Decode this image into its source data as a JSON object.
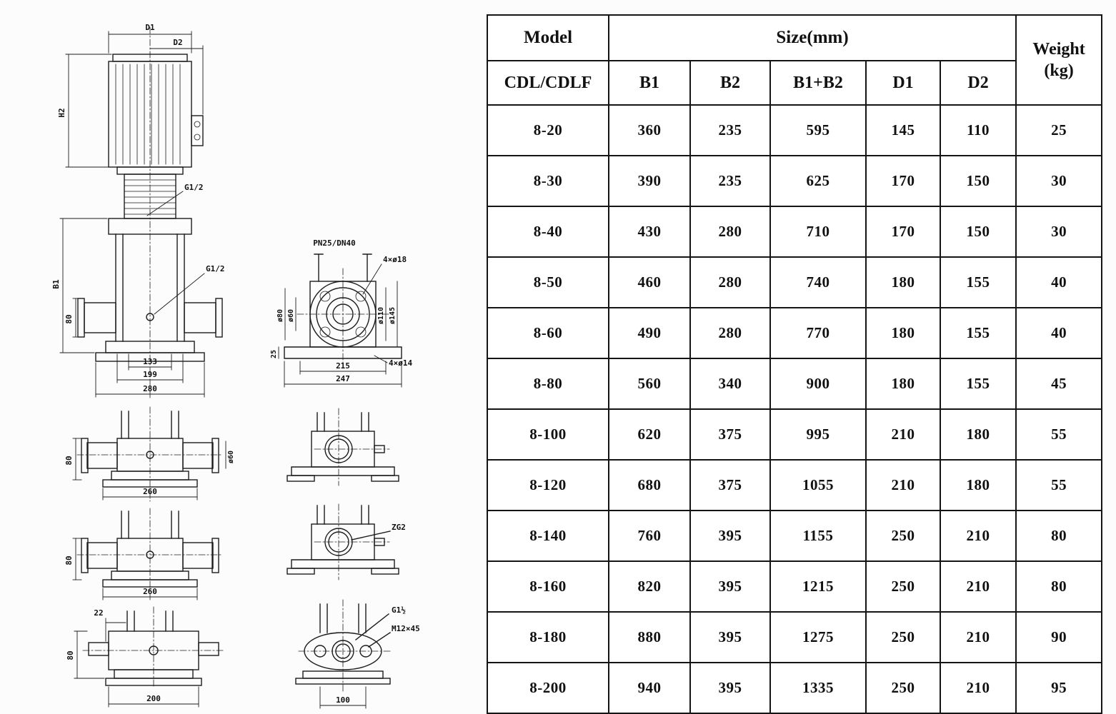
{
  "page": {
    "background": "#fcfcfc",
    "line_color": "#1c1c1c"
  },
  "drawing": {
    "labels": {
      "d1": "D1",
      "d2": "D2",
      "h2": "H2",
      "b1": "B1",
      "g12_coupling": "G1/2",
      "g12_port": "G1/2",
      "main_80": "80",
      "main_133": "133",
      "main_199": "199",
      "main_280": "280",
      "flange_title": "PN25/DN40",
      "flange_bolts": "4×ø18",
      "dia80": "ø80",
      "dia60": "ø60",
      "dia110": "ø110",
      "dia145": "ø145",
      "flange_25": "25",
      "flange_215": "215",
      "flange_247": "247",
      "flange_base_bolts": "4×ø14",
      "side1_80": "80",
      "side1_260": "260",
      "side1_dia60": "ø60",
      "side2_80": "80",
      "side2_260": "260",
      "zg2": "ZG2",
      "bottom_22": "22",
      "bottom_80": "80",
      "bottom_200": "200",
      "g_half": "G1½",
      "m12x45": "M12×45",
      "bottom_100": "100"
    }
  },
  "table": {
    "header": {
      "model": "Model",
      "size": "Size(mm)",
      "weight_line1": "Weight",
      "weight_line2": "(kg)",
      "model_sub": "CDL/CDLF",
      "size_cols": [
        "B1",
        "B2",
        "B1+B2",
        "D1",
        "D2"
      ]
    },
    "rows": [
      [
        "8-20",
        "360",
        "235",
        "595",
        "145",
        "110",
        "25"
      ],
      [
        "8-30",
        "390",
        "235",
        "625",
        "170",
        "150",
        "30"
      ],
      [
        "8-40",
        "430",
        "280",
        "710",
        "170",
        "150",
        "30"
      ],
      [
        "8-50",
        "460",
        "280",
        "740",
        "180",
        "155",
        "40"
      ],
      [
        "8-60",
        "490",
        "280",
        "770",
        "180",
        "155",
        "40"
      ],
      [
        "8-80",
        "560",
        "340",
        "900",
        "180",
        "155",
        "45"
      ],
      [
        "8-100",
        "620",
        "375",
        "995",
        "210",
        "180",
        "55"
      ],
      [
        "8-120",
        "680",
        "375",
        "1055",
        "210",
        "180",
        "55"
      ],
      [
        "8-140",
        "760",
        "395",
        "1155",
        "250",
        "210",
        "80"
      ],
      [
        "8-160",
        "820",
        "395",
        "1215",
        "250",
        "210",
        "80"
      ],
      [
        "8-180",
        "880",
        "395",
        "1275",
        "250",
        "210",
        "90"
      ],
      [
        "8-200",
        "940",
        "395",
        "1335",
        "250",
        "210",
        "95"
      ]
    ]
  }
}
